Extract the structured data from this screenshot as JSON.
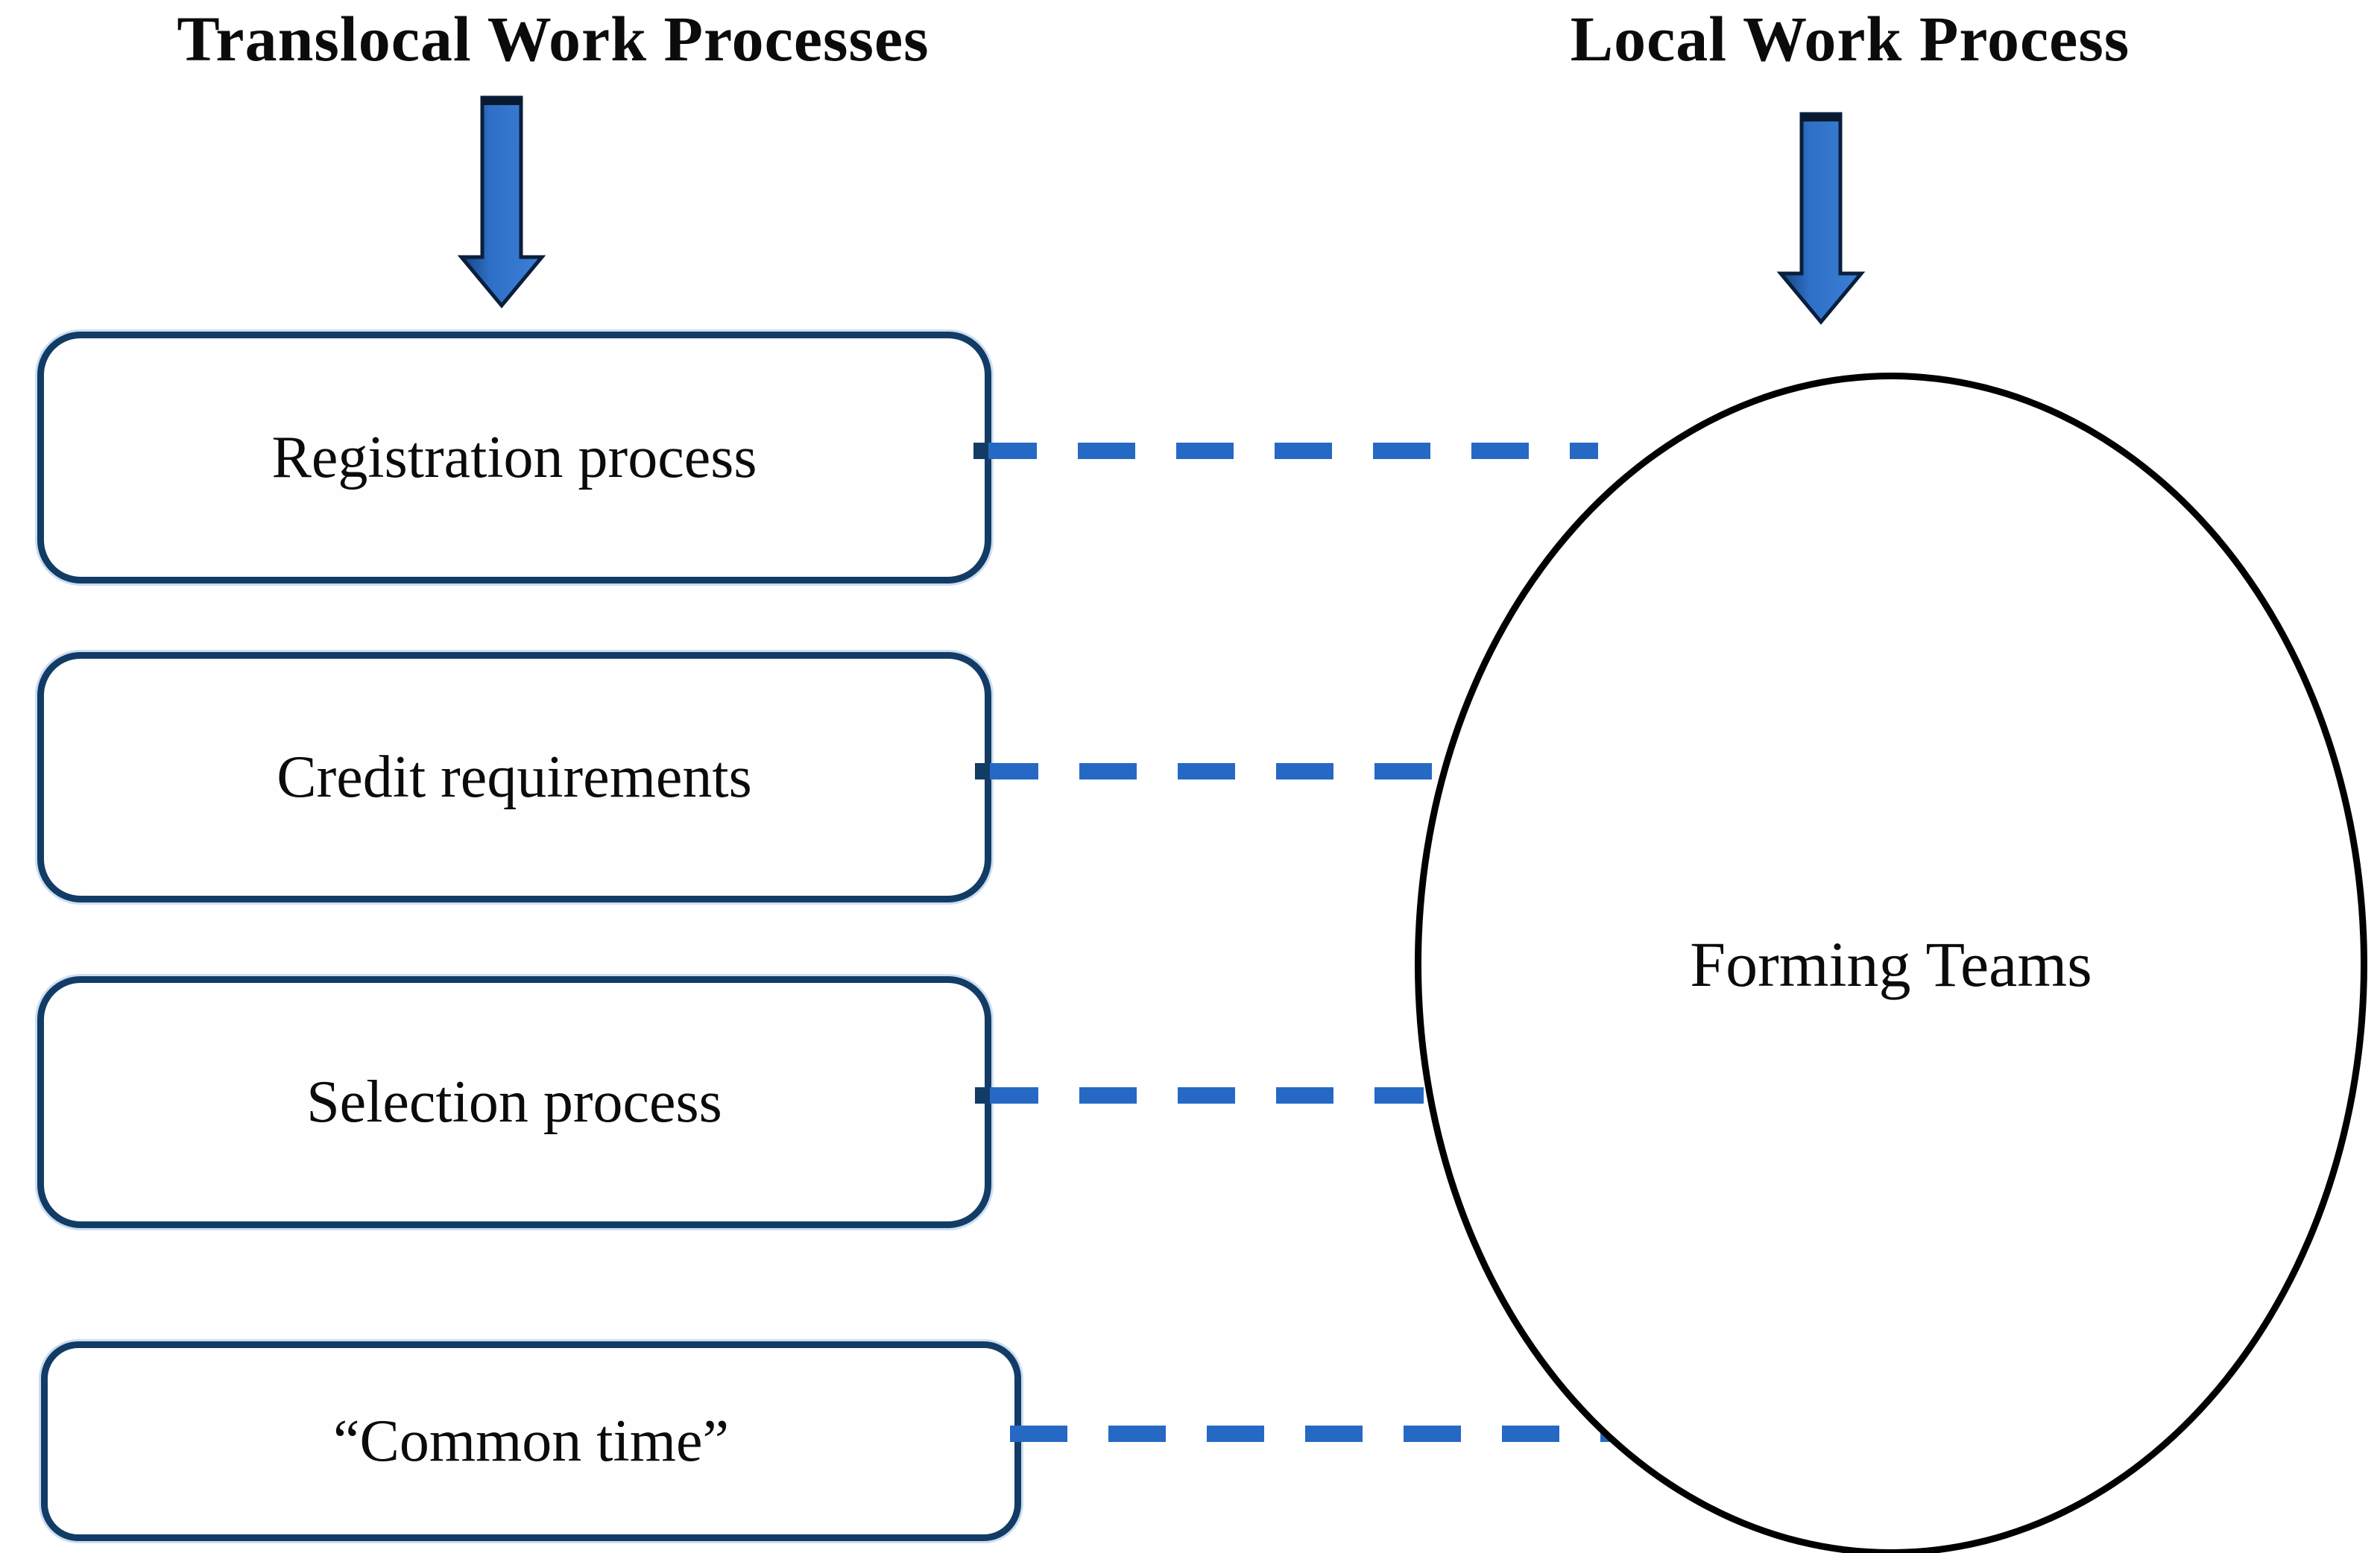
{
  "columns": {
    "translocal": {
      "title": "Translocal Work Processes",
      "boxes": [
        {
          "label": "Registration process"
        },
        {
          "label": "Credit requirements"
        },
        {
          "label": "Selection process"
        },
        {
          "label": "“Common time”"
        }
      ]
    },
    "local": {
      "title": "Local Work Process",
      "ellipse_label": "Forming Teams"
    }
  },
  "icons": {
    "left_arrow": "down-arrow",
    "right_arrow": "down-arrow"
  },
  "colors": {
    "box_border": "#123c66",
    "dash": "#2569c4",
    "arrow_fill": "#2e6fc7",
    "arrow_edge": "#0a1f3c",
    "ellipse_border": "#000000",
    "text": "#0b0b0b",
    "bg": "#ffffff"
  }
}
